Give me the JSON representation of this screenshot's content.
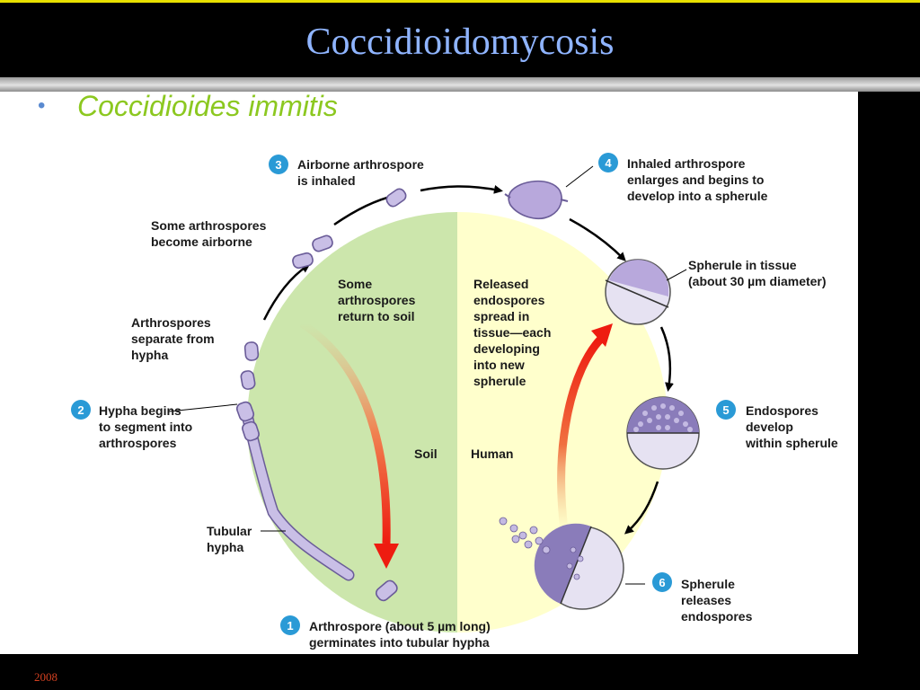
{
  "slide": {
    "title": "Coccidioidomycosis",
    "bullet_text": "Coccidioides immitis",
    "footer_year": "2008"
  },
  "diagram": {
    "regions": {
      "soil": "Soil",
      "human": "Human"
    },
    "steps": [
      {
        "num": "1",
        "lines": [
          "Arthrospore (about 5 µm long)",
          "germinates into tubular hypha"
        ]
      },
      {
        "num": "2",
        "lines": [
          "Hypha begins",
          "to segment into",
          "arthrospores"
        ]
      },
      {
        "num": "3",
        "lines": [
          "Airborne arthrospore",
          "is inhaled"
        ]
      },
      {
        "num": "4",
        "lines": [
          "Inhaled arthrospore",
          "enlarges and begins to",
          "develop into a spherule"
        ]
      },
      {
        "num": "5",
        "lines": [
          "Endospores",
          "develop",
          "within spherule"
        ]
      },
      {
        "num": "6",
        "lines": [
          "Spherule",
          "releases",
          "endospores"
        ]
      }
    ],
    "labels": {
      "tubular_hypha": [
        "Tubular",
        "hypha"
      ],
      "arthrospores_separate": [
        "Arthrospores",
        "separate from",
        "hypha"
      ],
      "become_airborne": [
        "Some arthrospores",
        "become airborne"
      ],
      "return_to_soil": [
        "Some",
        "arthrospores",
        "return to soil"
      ],
      "spherule_in_tissue": [
        "Spherule in tissue",
        "(about 30 µm diameter)"
      ],
      "released_endospores": [
        "Released",
        "endospores",
        "spread in",
        "tissue—each",
        "developing",
        "into new",
        "spherule"
      ]
    },
    "colors": {
      "soil": "#cce6ac",
      "human": "#ffffcc",
      "badge": "#2a9ad6",
      "arrow_red": "#ee1c10"
    }
  }
}
